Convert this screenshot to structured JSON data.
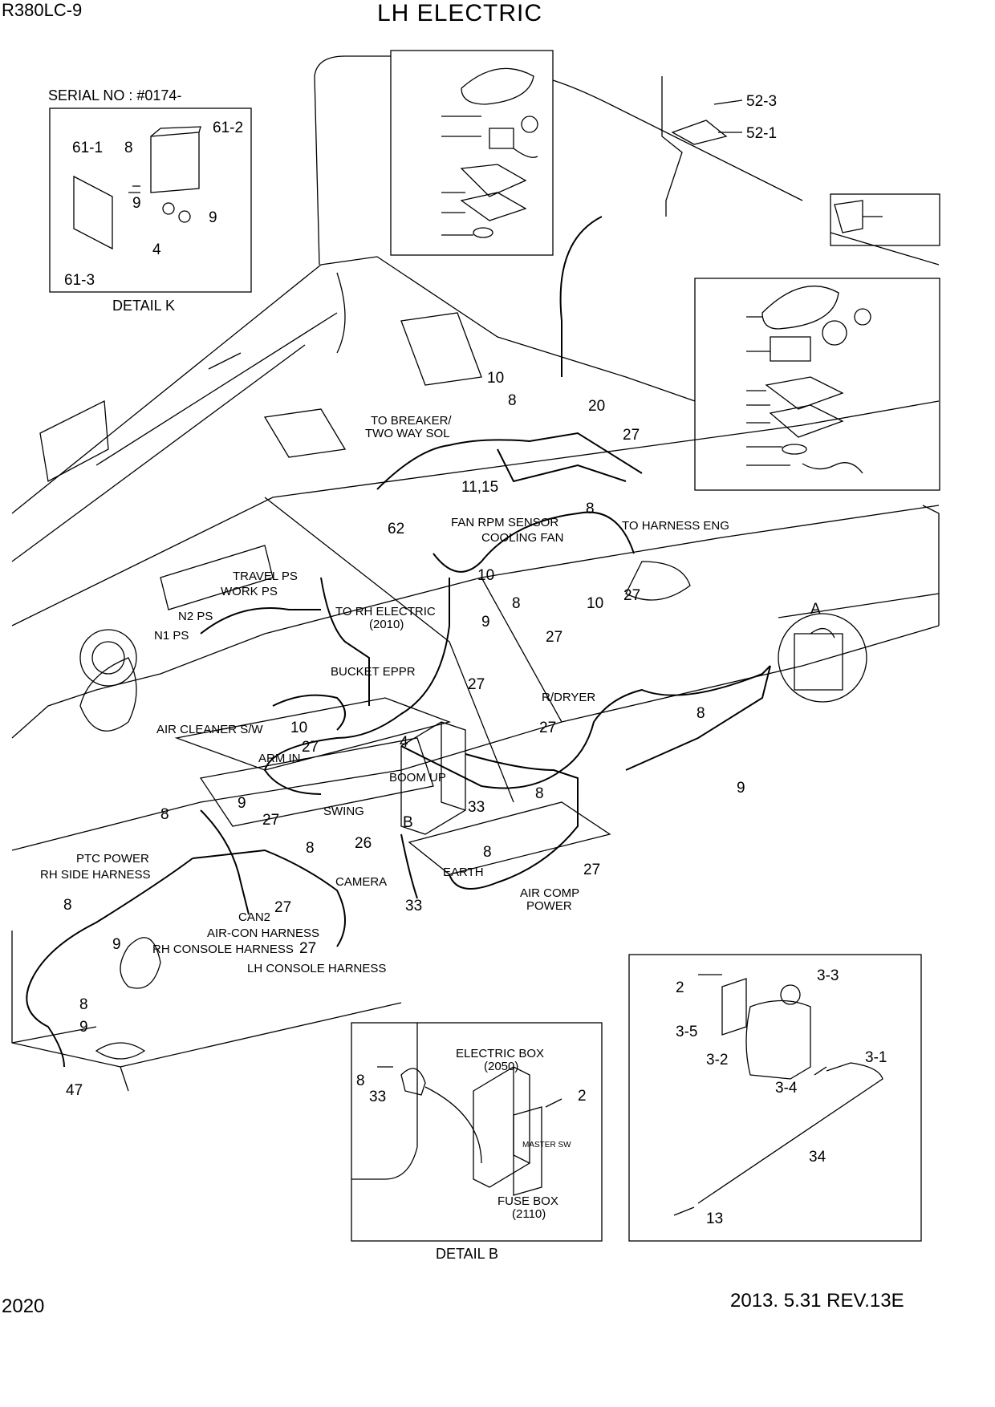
{
  "header": {
    "model": "R380LC-9",
    "title": "LH ELECTRIC"
  },
  "footer": {
    "page": "2020",
    "date_rev": "2013. 5.31  REV.13E"
  },
  "detail_k": {
    "serial": "SERIAL NO : #0174-",
    "caption": "DETAIL K",
    "callouts": [
      "61-2",
      "61-1",
      "8",
      "9",
      "9",
      "4",
      "61-3"
    ]
  },
  "detail_b": {
    "caption": "DETAIL B",
    "electric_box": "ELECTRIC BOX",
    "electric_box_code": "(2050)",
    "master_sw": "MASTER SW",
    "fuse_box": "FUSE BOX",
    "fuse_box_code": "(2110)",
    "callouts": [
      "8",
      "33",
      "2"
    ]
  },
  "detail_tank": {
    "callouts": [
      "2",
      "3-3",
      "3-5",
      "3-2",
      "3-1",
      "3-4",
      "34",
      "13"
    ]
  },
  "top_callouts": [
    "52-3",
    "52-1"
  ],
  "labels": [
    "TO BREAKER/",
    "TWO WAY SOL",
    "FAN RPM SENSOR",
    "COOLING FAN",
    "TO HARNESS ENG",
    "TRAVEL PS",
    "WORK PS",
    "TO RH ELECTRIC",
    "(2010)",
    "N2 PS",
    "N1 PS",
    "BUCKET EPPR",
    "R/DRYER",
    "AIR CLEANER S/W",
    "ARM IN",
    "BOOM UP",
    "SWING",
    "PTC POWER",
    "RH SIDE HARNESS",
    "CAMERA",
    "EARTH",
    "AIR COMP",
    "POWER",
    "CAN2",
    "AIR-CON HARNESS",
    "RH CONSOLE HARNESS",
    "LH CONSOLE HARNESS",
    "A",
    "B"
  ],
  "callouts": [
    "10",
    "8",
    "20",
    "27",
    "11,15",
    "8",
    "62",
    "10",
    "8",
    "10",
    "27",
    "9",
    "27",
    "27",
    "8",
    "27",
    "10",
    "27",
    "4",
    "33",
    "8",
    "8",
    "9",
    "9",
    "8",
    "27",
    "27",
    "26",
    "8",
    "33",
    "27",
    "8",
    "27",
    "8",
    "9",
    "8",
    "9",
    "47",
    "8"
  ]
}
